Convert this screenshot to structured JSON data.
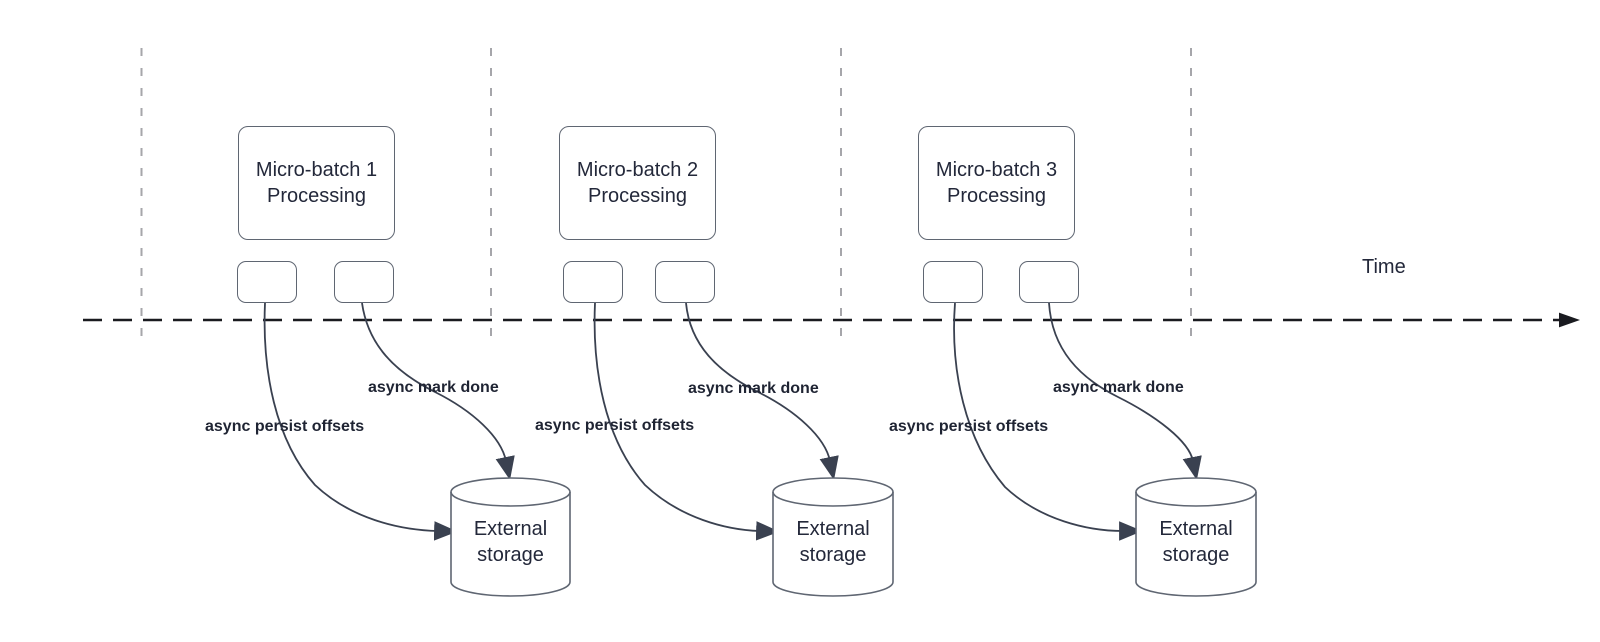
{
  "diagram": {
    "time_axis_label": "Time",
    "groups": [
      {
        "process_label_line1": "Micro-batch 1",
        "process_label_line2": "Processing",
        "persist_arrow_label": "async persist offsets",
        "mark_done_arrow_label": "async mark done",
        "storage_label_line1": "External",
        "storage_label_line2": "storage"
      },
      {
        "process_label_line1": "Micro-batch 2",
        "process_label_line2": "Processing",
        "persist_arrow_label": "async persist offsets",
        "mark_done_arrow_label": "async mark done",
        "storage_label_line1": "External",
        "storage_label_line2": "storage"
      },
      {
        "process_label_line1": "Micro-batch 3",
        "process_label_line2": "Processing",
        "persist_arrow_label": "async persist offsets",
        "mark_done_arrow_label": "async mark done",
        "storage_label_line1": "External",
        "storage_label_line2": "storage"
      }
    ]
  },
  "colors": {
    "background": "#ffffff",
    "shape_stroke": "#5f6672",
    "connector_color": "#3a4150",
    "node_text": "#23283a",
    "label_text": "#1f2433",
    "lane_line": "#a6a6aa",
    "timeline_color": "#1a1b20"
  }
}
